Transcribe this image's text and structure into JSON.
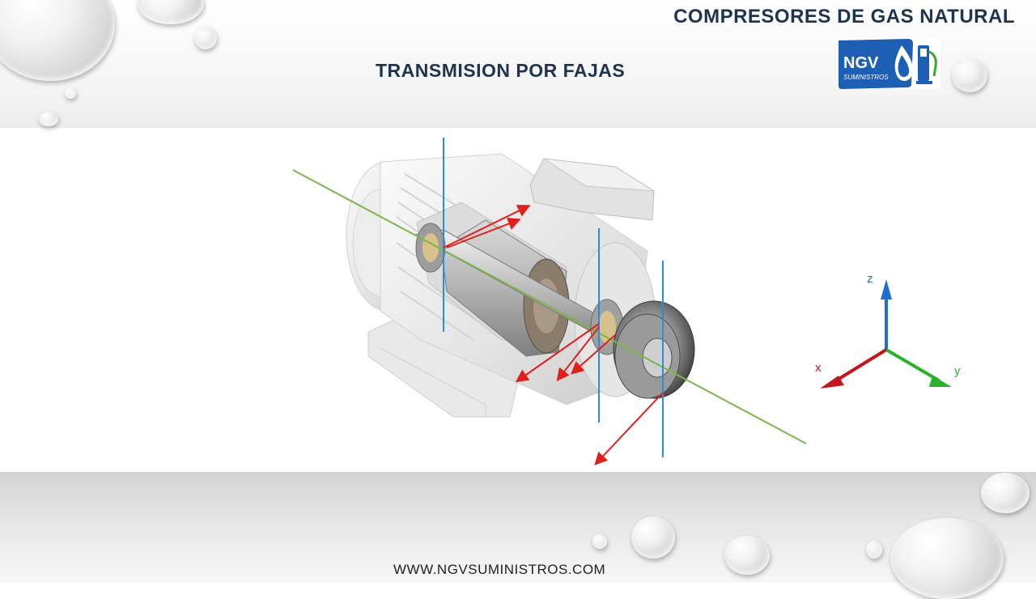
{
  "header": {
    "title": "COMPRESORES DE GAS NATURAL"
  },
  "slide": {
    "title": "TRANSMISION POR FAJAS"
  },
  "logo": {
    "text": "NGV",
    "subtext": "SUMINISTROS"
  },
  "axes": {
    "z": "z",
    "x": "x",
    "y": "y"
  },
  "footer": {
    "url": "WWW.NGVSUMINISTROS.COM"
  },
  "colors": {
    "title": "#1e3350",
    "axis_x": "#c4161c",
    "axis_y": "#2ab02a",
    "axis_z": "#1e6fd0",
    "shaft_line": "#7ab648",
    "plane_line": "#2d8be0",
    "force_arrow": "#e0201e",
    "logo_blue": "#1c5fb5"
  },
  "icons": {
    "motor": "electric-motor-cutaway-image",
    "drops": "water-drop-decoration"
  }
}
